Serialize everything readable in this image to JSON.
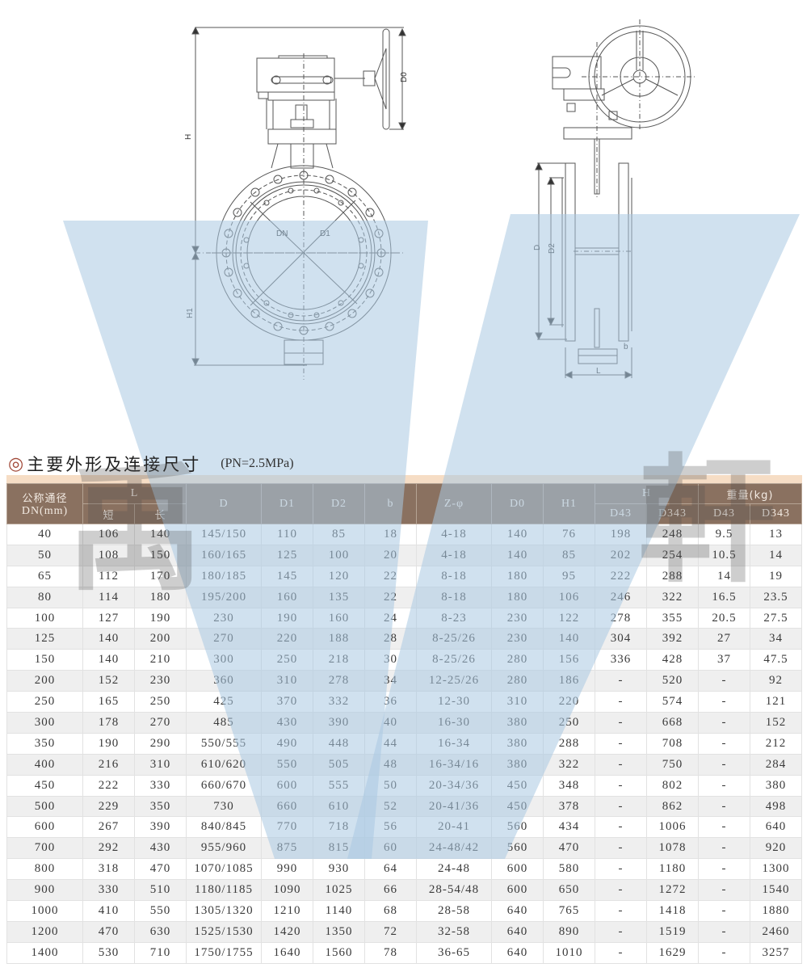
{
  "drawings": {
    "front_view": {
      "labels": {
        "H": "H",
        "H1": "H1",
        "D0": "D0",
        "DN": "DN",
        "D1": "D1"
      }
    },
    "side_view": {
      "labels": {
        "D": "D",
        "D2": "D2",
        "b": "b",
        "L": "L"
      }
    }
  },
  "title": {
    "icon": "◎",
    "text": "主要外形及连接尺寸",
    "note": "(PN=2.5MPa)"
  },
  "table": {
    "headers": {
      "dn": "公称通径",
      "dn_unit": "DN(mm)",
      "L": "L",
      "L_short": "短",
      "L_long": "长",
      "D": "D",
      "D1": "D1",
      "D2": "D2",
      "b": "b",
      "Z_phi": "Z-φ",
      "D0": "D0",
      "H1": "H1",
      "H": "H",
      "H_D43": "D43",
      "H_D343": "D343",
      "weight": "重量(kg)",
      "W_D43": "D43",
      "W_D343": "D343"
    },
    "rows": [
      [
        "40",
        "106",
        "140",
        "145/150",
        "110",
        "85",
        "18",
        "4-18",
        "140",
        "76",
        "198",
        "248",
        "9.5",
        "13"
      ],
      [
        "50",
        "108",
        "150",
        "160/165",
        "125",
        "100",
        "20",
        "4-18",
        "140",
        "85",
        "202",
        "254",
        "10.5",
        "14"
      ],
      [
        "65",
        "112",
        "170",
        "180/185",
        "145",
        "120",
        "22",
        "8-18",
        "180",
        "95",
        "222",
        "288",
        "14",
        "19"
      ],
      [
        "80",
        "114",
        "180",
        "195/200",
        "160",
        "135",
        "22",
        "8-18",
        "180",
        "106",
        "246",
        "322",
        "16.5",
        "23.5"
      ],
      [
        "100",
        "127",
        "190",
        "230",
        "190",
        "160",
        "24",
        "8-23",
        "230",
        "122",
        "278",
        "355",
        "20.5",
        "27.5"
      ],
      [
        "125",
        "140",
        "200",
        "270",
        "220",
        "188",
        "28",
        "8-25/26",
        "230",
        "140",
        "304",
        "392",
        "27",
        "34"
      ],
      [
        "150",
        "140",
        "210",
        "300",
        "250",
        "218",
        "30",
        "8-25/26",
        "280",
        "156",
        "336",
        "428",
        "37",
        "47.5"
      ],
      [
        "200",
        "152",
        "230",
        "360",
        "310",
        "278",
        "34",
        "12-25/26",
        "280",
        "186",
        "-",
        "520",
        "-",
        "92"
      ],
      [
        "250",
        "165",
        "250",
        "425",
        "370",
        "332",
        "36",
        "12-30",
        "310",
        "220",
        "-",
        "574",
        "-",
        "121"
      ],
      [
        "300",
        "178",
        "270",
        "485",
        "430",
        "390",
        "40",
        "16-30",
        "380",
        "250",
        "-",
        "668",
        "-",
        "152"
      ],
      [
        "350",
        "190",
        "290",
        "550/555",
        "490",
        "448",
        "44",
        "16-34",
        "380",
        "288",
        "-",
        "708",
        "-",
        "212"
      ],
      [
        "400",
        "216",
        "310",
        "610/620",
        "550",
        "505",
        "48",
        "16-34/16",
        "380",
        "322",
        "-",
        "750",
        "-",
        "284"
      ],
      [
        "450",
        "222",
        "330",
        "660/670",
        "600",
        "555",
        "50",
        "20-34/36",
        "450",
        "348",
        "-",
        "802",
        "-",
        "380"
      ],
      [
        "500",
        "229",
        "350",
        "730",
        "660",
        "610",
        "52",
        "20-41/36",
        "450",
        "378",
        "-",
        "862",
        "-",
        "498"
      ],
      [
        "600",
        "267",
        "390",
        "840/845",
        "770",
        "718",
        "56",
        "20-41",
        "560",
        "434",
        "-",
        "1006",
        "-",
        "640"
      ],
      [
        "700",
        "292",
        "430",
        "955/960",
        "875",
        "815",
        "60",
        "24-48/42",
        "560",
        "470",
        "-",
        "1078",
        "-",
        "920"
      ],
      [
        "800",
        "318",
        "470",
        "1070/1085",
        "990",
        "930",
        "64",
        "24-48",
        "600",
        "580",
        "-",
        "1180",
        "-",
        "1300"
      ],
      [
        "900",
        "330",
        "510",
        "1180/1185",
        "1090",
        "1025",
        "66",
        "28-54/48",
        "600",
        "650",
        "-",
        "1272",
        "-",
        "1540"
      ],
      [
        "1000",
        "410",
        "550",
        "1305/1320",
        "1210",
        "1140",
        "68",
        "28-58",
        "640",
        "765",
        "-",
        "1418",
        "-",
        "1880"
      ],
      [
        "1200",
        "470",
        "630",
        "1525/1530",
        "1420",
        "1350",
        "72",
        "32-58",
        "640",
        "890",
        "-",
        "1519",
        "-",
        "2460"
      ],
      [
        "1400",
        "530",
        "710",
        "1750/1755",
        "1640",
        "1560",
        "78",
        "36-65",
        "640",
        "1010",
        "-",
        "1629",
        "-",
        "3257"
      ]
    ]
  },
  "watermark": {
    "chars": [
      "禹",
      "軒"
    ],
    "color": "#a9c8e2"
  }
}
